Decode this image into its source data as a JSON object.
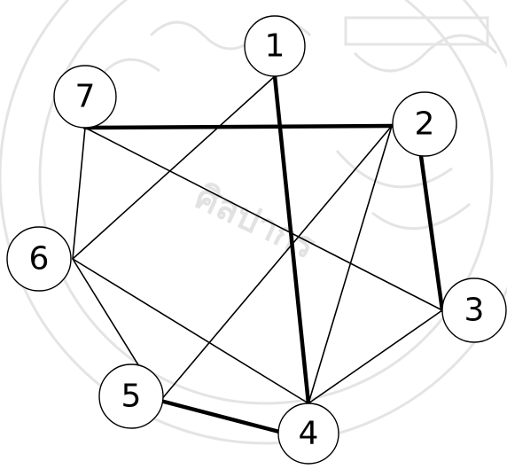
{
  "nodes": [
    {
      "id": "1",
      "label": "1"
    },
    {
      "id": "2",
      "label": "2"
    },
    {
      "id": "3",
      "label": "3"
    },
    {
      "id": "4",
      "label": "4"
    },
    {
      "id": "5",
      "label": "5"
    },
    {
      "id": "6",
      "label": "6"
    },
    {
      "id": "7",
      "label": "7"
    }
  ],
  "edges": [
    {
      "from": "7",
      "to": "2",
      "bold": true
    },
    {
      "from": "1",
      "to": "4",
      "bold": true
    },
    {
      "from": "2",
      "to": "3",
      "bold": true
    },
    {
      "from": "5",
      "to": "4",
      "bold": true
    },
    {
      "from": "1",
      "to": "6",
      "bold": false
    },
    {
      "from": "7",
      "to": "6",
      "bold": false
    },
    {
      "from": "7",
      "to": "3",
      "bold": false
    },
    {
      "from": "2",
      "to": "5",
      "bold": false
    },
    {
      "from": "2",
      "to": "4",
      "bold": false
    },
    {
      "from": "6",
      "to": "5",
      "bold": false
    },
    {
      "from": "6",
      "to": "4",
      "bold": false
    },
    {
      "from": "3",
      "to": "4",
      "bold": false
    }
  ],
  "watermark": {
    "text": "ศิลปากร",
    "color": "#e4e4e4"
  }
}
